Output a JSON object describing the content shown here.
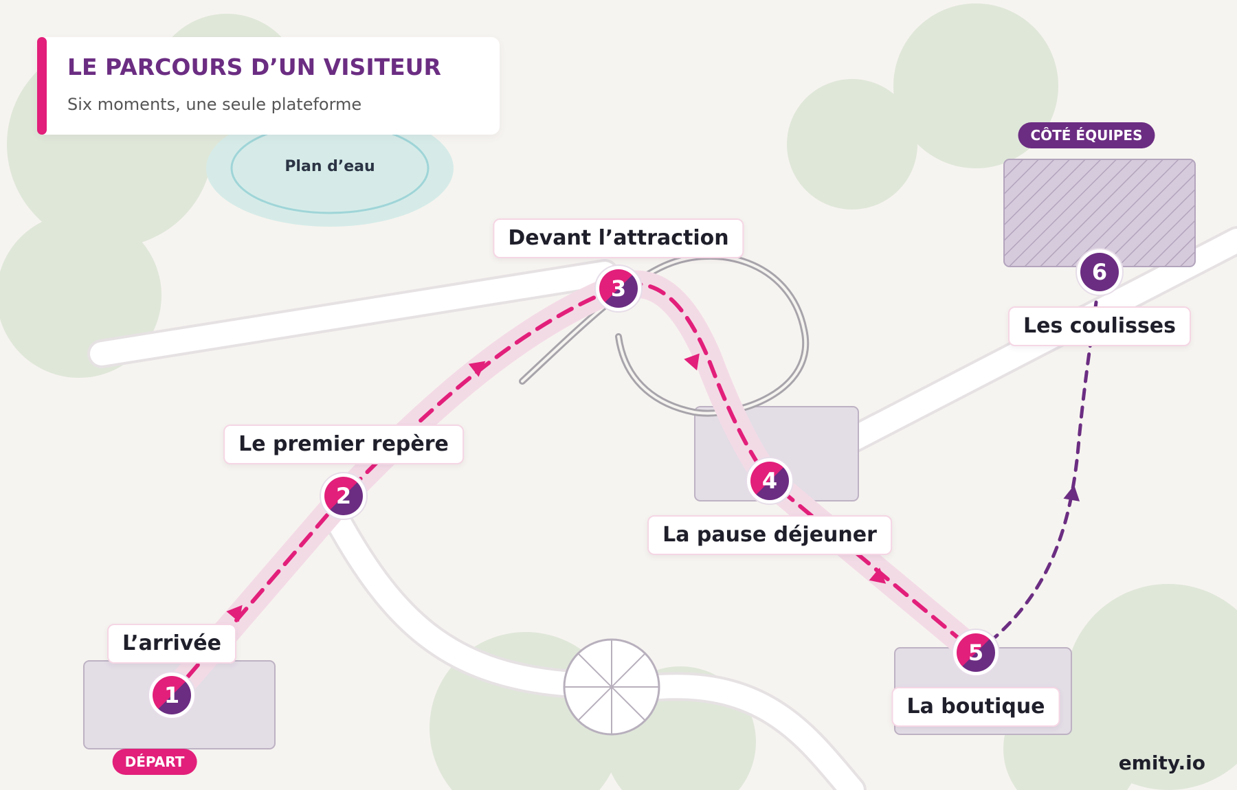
{
  "header": {
    "title": "LE PARCOURS D’UN VISITEUR",
    "subtitle": "Six moments, une seule plateforme"
  },
  "map": {
    "pond_label": "Plan d’eau",
    "badges": {
      "start": "DÉPART",
      "staff": "CÔTÉ ÉQUIPES"
    },
    "steps": [
      {
        "number": "1",
        "label": "L’arrivée"
      },
      {
        "number": "2",
        "label": "Le premier repère"
      },
      {
        "number": "3",
        "label": "Devant l’attraction"
      },
      {
        "number": "4",
        "label": "La pause déjeuner"
      },
      {
        "number": "5",
        "label": "La boutique"
      },
      {
        "number": "6",
        "label": "Les coulisses"
      }
    ]
  },
  "footer": {
    "brand": "emity.io"
  },
  "colors": {
    "accent_pink": "#e21f7a",
    "accent_purple": "#6b2d82",
    "background": "#f6f4f0",
    "tree_green": "#dfe7d9",
    "pond": "#d9ecea",
    "building": "#e3dde6"
  },
  "icons": {
    "ferris_wheel": "ferris-wheel-icon",
    "roller_coaster": "roller-coaster-track",
    "arrow": "direction-arrow-icon"
  }
}
